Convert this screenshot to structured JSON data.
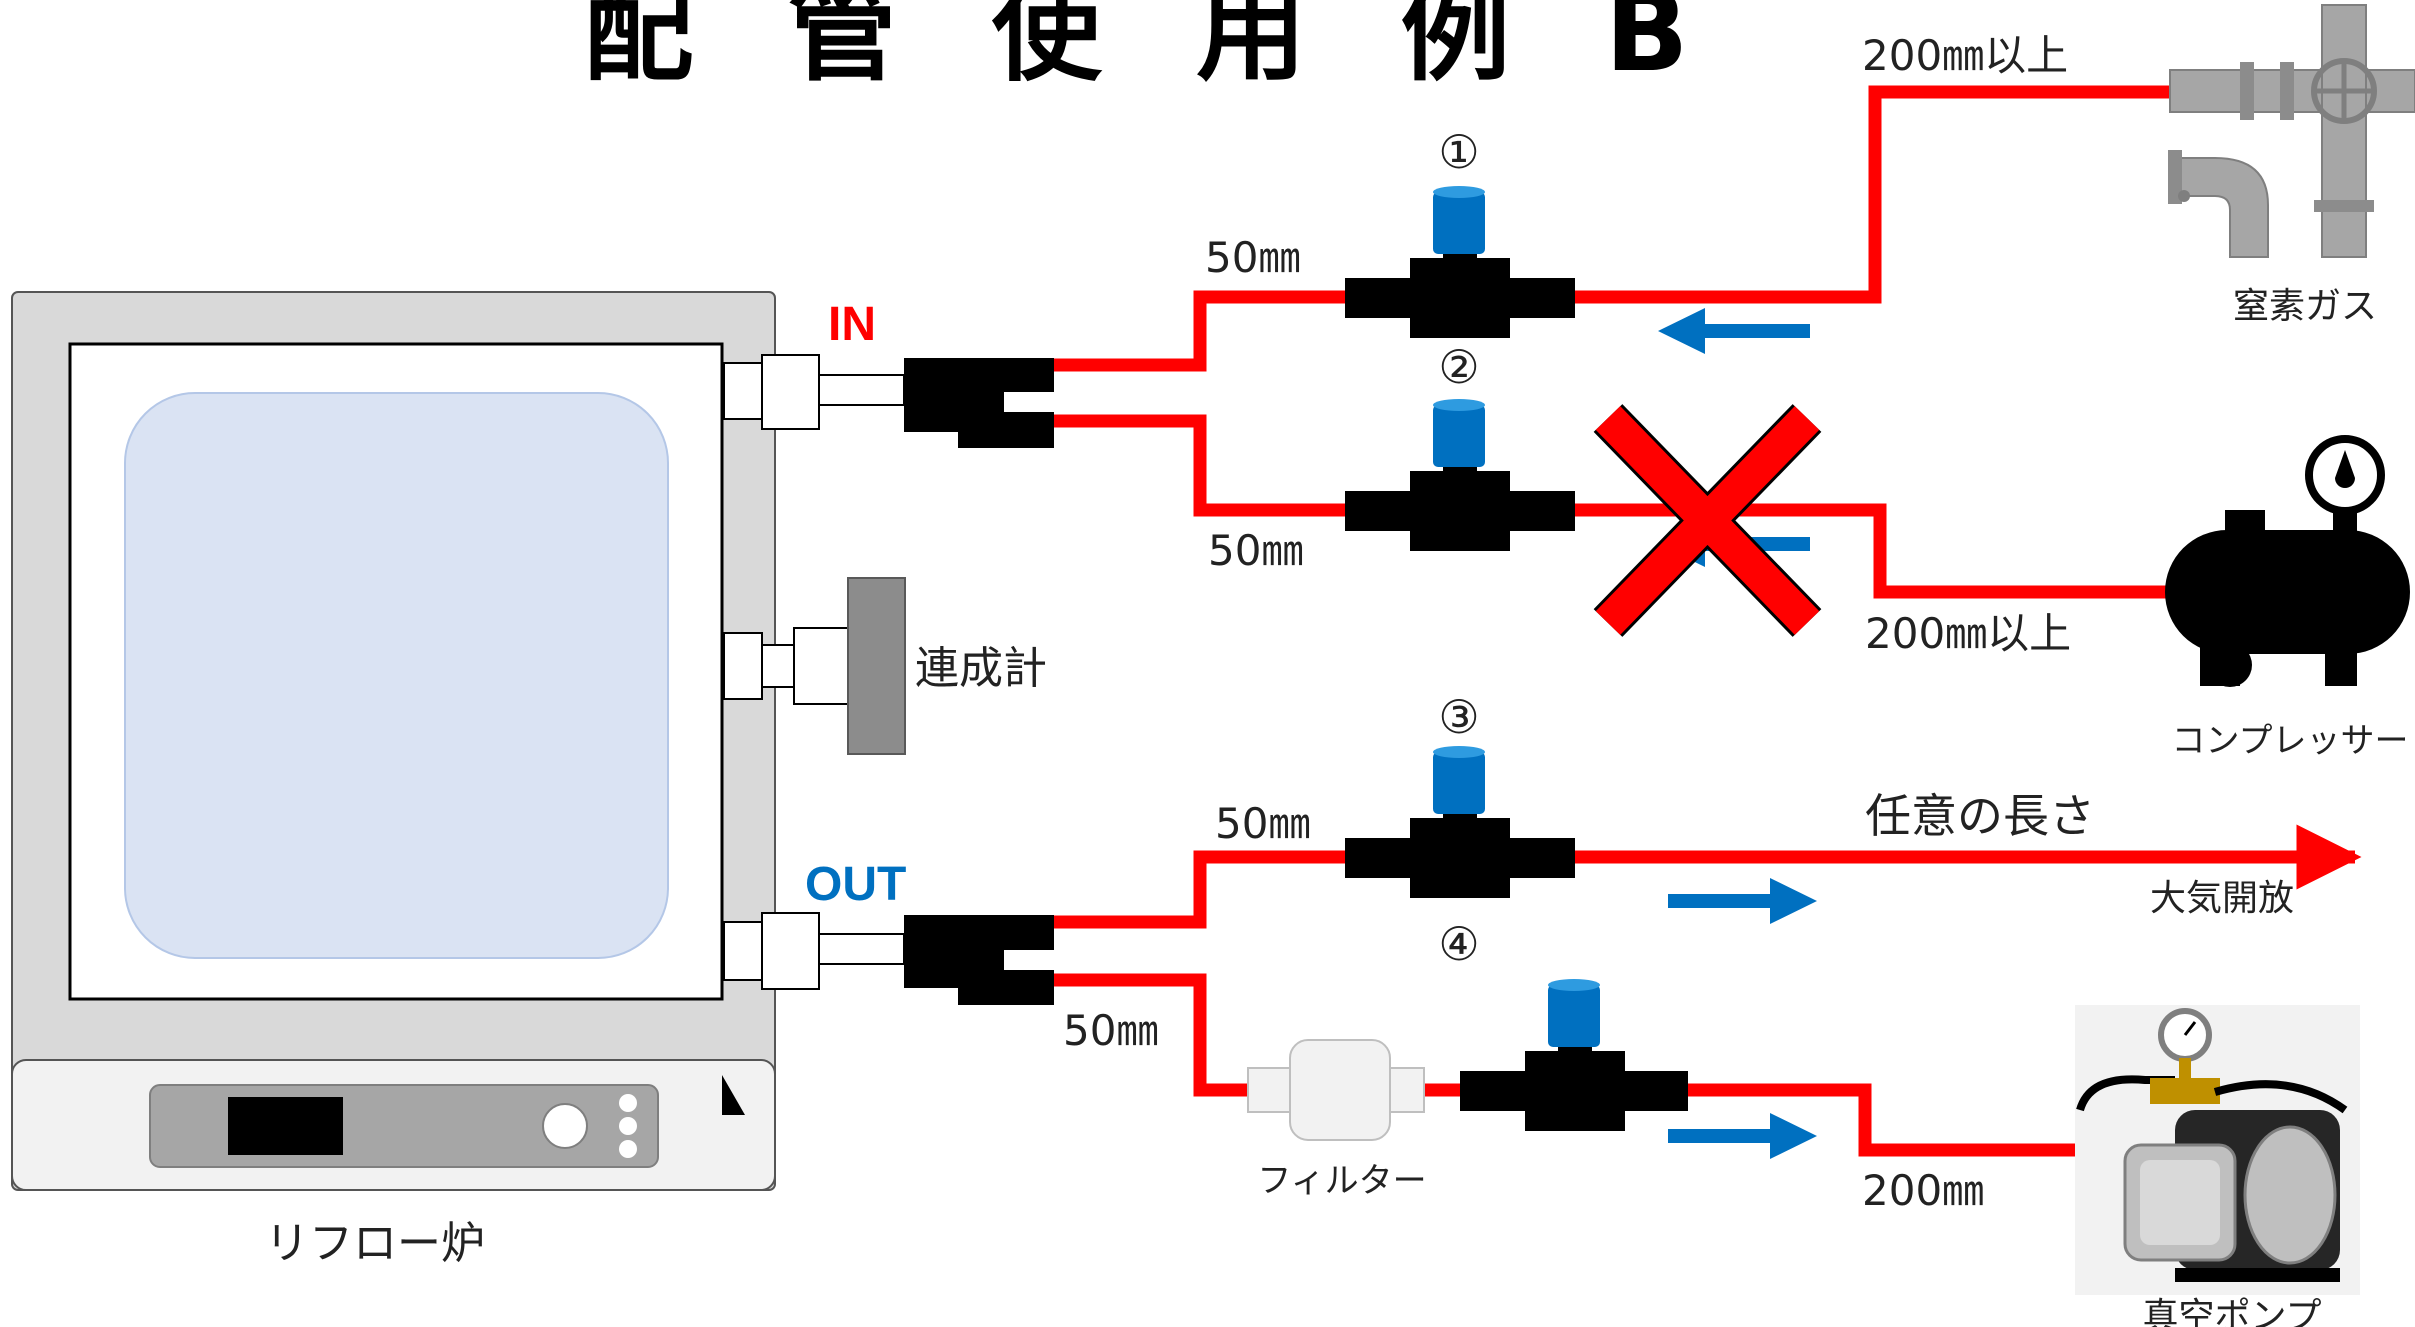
{
  "title": "配 管 使 用 例 B",
  "colors": {
    "pipe": "#ff0000",
    "arrow": "#0070c0",
    "valve_cap": "#0070c0",
    "in_label": "#ff0000",
    "out_label": "#0070c0",
    "oven_window": "#dae3f3",
    "cross": "#ff0000"
  },
  "labels": {
    "in": "IN",
    "out": "OUT",
    "oven": "リフロー炉",
    "gauge": "連成計",
    "nitrogen": "窒素ガス",
    "compressor": "コンプレッサー",
    "atmosphere": "大気開放",
    "vacuum_pump": "真空ポンプ",
    "filter": "フィルター",
    "any_length": "任意の長さ"
  },
  "valves": [
    "①",
    "②",
    "③",
    "④"
  ],
  "lengths": {
    "valve1_in": "50㎜",
    "valve2_in": "50㎜",
    "valve3_in": "50㎜",
    "valve4_in": "50㎜",
    "nitrogen_line": "200㎜以上",
    "compressor_line": "200㎜以上",
    "vacuum_line": "200㎜"
  }
}
